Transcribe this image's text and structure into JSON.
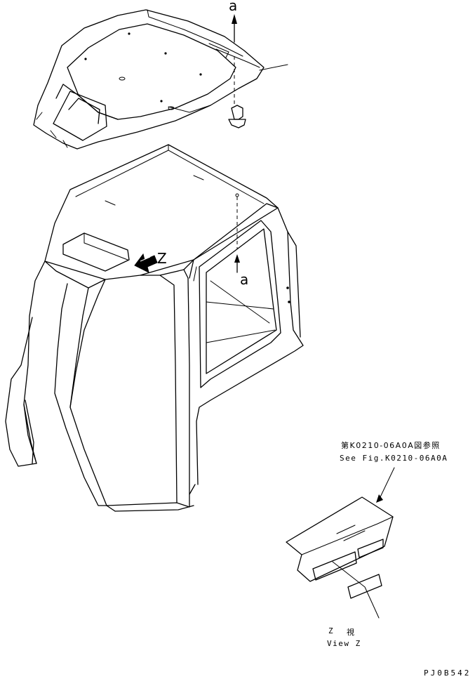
{
  "callouts": {
    "arrow_top": "a",
    "arrow_mid": "a",
    "view_arrow": "Z"
  },
  "reference": {
    "jp": "第K0210-06A0A図参照",
    "en": "See Fig.K0210-06A0A"
  },
  "view_caption": {
    "jp_z": "Z",
    "jp_view": "視",
    "en": "View Z"
  },
  "figure_code": "PJ0B542"
}
